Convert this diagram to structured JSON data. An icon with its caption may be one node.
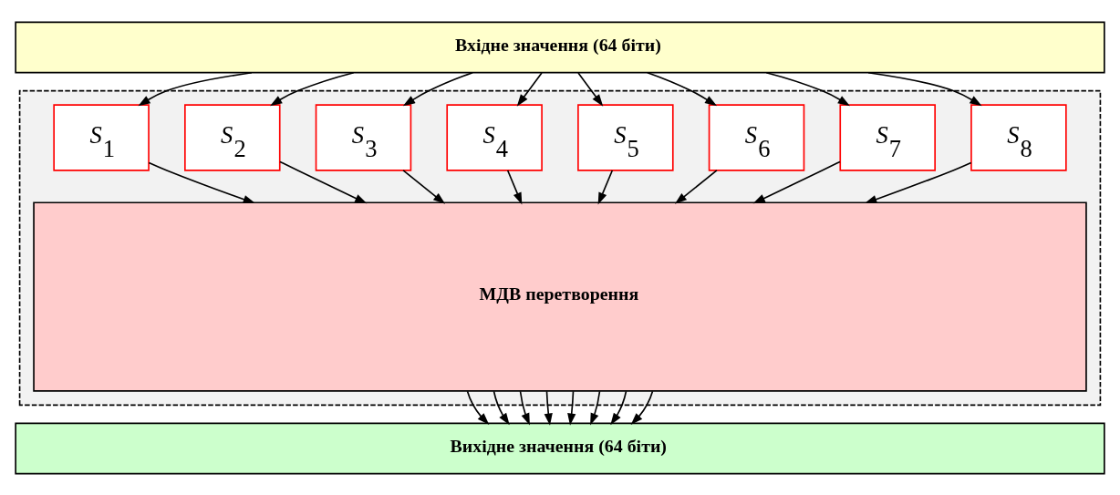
{
  "diagram": {
    "nodes": [
      {
        "text": [
          "Вхідне значення (64 біти)"
        ]
      },
      {
        "text": [],
        "shape": "box"
      },
      {
        "text": [
          "S$_{1}$"
        ],
        "in": 1
      },
      {
        "text": [
          "S$_{2}$"
        ],
        "in": 1
      },
      {
        "text": [
          "S$_{3}$"
        ],
        "in": 1
      },
      {
        "text": [
          "S$_{4}$"
        ],
        "in": 1
      },
      {
        "text": [
          "S$_{5}$"
        ],
        "in": 1
      },
      {
        "text": [
          "S$_{6}$"
        ],
        "in": 1
      },
      {
        "text": [
          "S$_{7}$"
        ],
        "in": 1
      },
      {
        "text": [
          "S$_{8}$"
        ],
        "in": 1
      },
      {
        "text": [
          "МДВ перетворення"
        ],
        "in": 1
      },
      {
        "text": [
          "Вихідне значення (64 біти)"
        ]
      }
    ],
    "edges": [
      {
        "from": 0,
        "to": 2,
        "arrow": "to"
      },
      {
        "from": 0,
        "to": 3,
        "arrow": "to"
      },
      {
        "from": 0,
        "to": 4,
        "arrow": "to"
      },
      {
        "from": 0,
        "to": 5,
        "arrow": "to"
      },
      {
        "from": 0,
        "to": 6,
        "arrow": "to"
      },
      {
        "from": 0,
        "to": 7,
        "arrow": "to"
      },
      {
        "from": 0,
        "to": 8,
        "arrow": "to"
      },
      {
        "from": 0,
        "to": 9,
        "arrow": "to"
      },
      {
        "from": 2,
        "to": 10,
        "arrow": "to"
      },
      {
        "from": 3,
        "to": 10,
        "arrow": "to"
      },
      {
        "from": 4,
        "to": 10,
        "arrow": "to"
      },
      {
        "from": 5,
        "to": 10,
        "arrow": "to"
      },
      {
        "from": 6,
        "to": 10,
        "arrow": "to"
      },
      {
        "from": 7,
        "to": 10,
        "arrow": "to"
      },
      {
        "from": 8,
        "to": 10,
        "arrow": "to"
      },
      {
        "from": 9,
        "to": 10,
        "arrow": "to"
      },
      {
        "from": 10,
        "to": 11,
        "arrow": "to"
      },
      {
        "from": 10,
        "to": 11,
        "arrow": "to"
      },
      {
        "from": 10,
        "to": 11,
        "arrow": "to"
      },
      {
        "from": 10,
        "to": 11,
        "arrow": "to"
      },
      {
        "from": 10,
        "to": 11,
        "arrow": "to"
      },
      {
        "from": 10,
        "to": 11,
        "arrow": "to"
      },
      {
        "from": 10,
        "to": 11,
        "arrow": "to"
      },
      {
        "from": 10,
        "to": 11,
        "arrow": "to"
      }
    ]
  }
}
